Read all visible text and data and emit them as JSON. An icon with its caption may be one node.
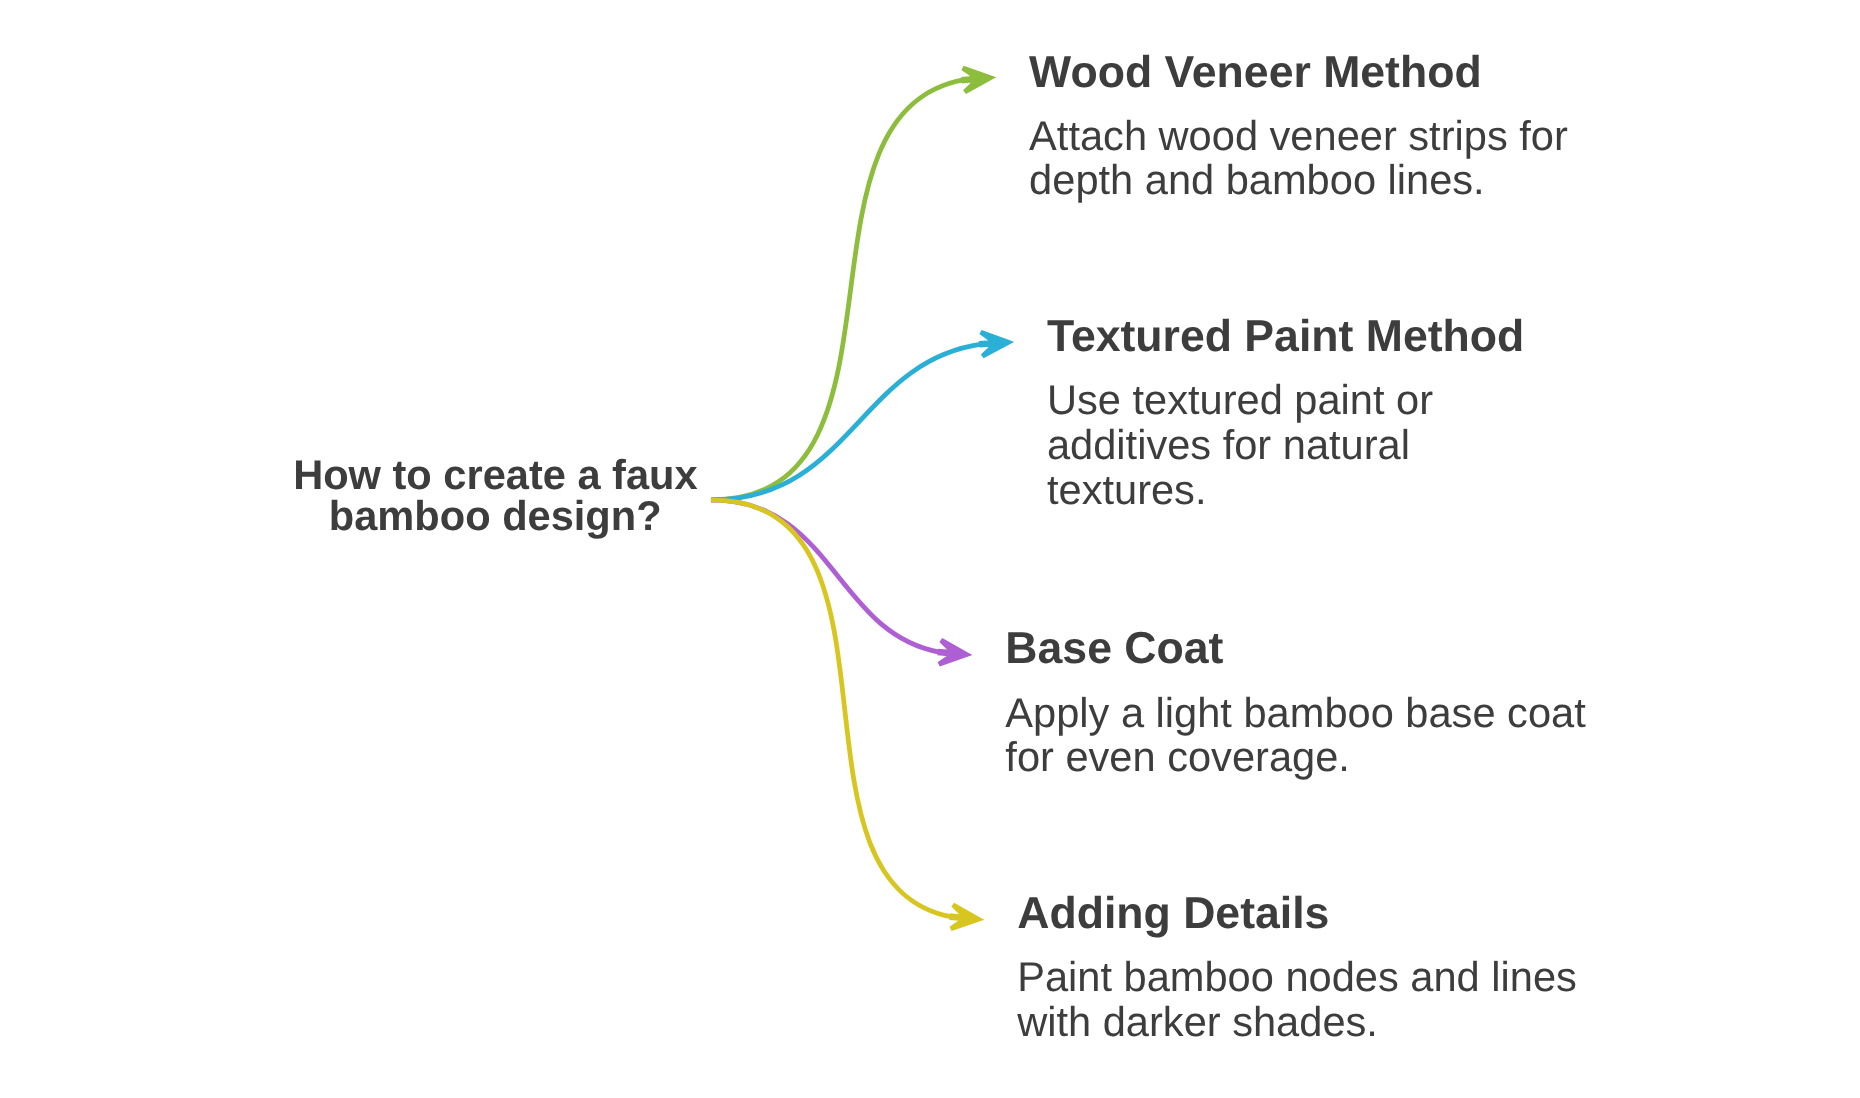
{
  "diagram": {
    "nodes": [
      {
        "text": [
          "How to create a faux bamboo design?"
        ]
      },
      {
        "text": [
          "Wood Veneer Method",
          "Attach wood veneer strips for depth and bamboo lines."
        ]
      },
      {
        "text": [
          "Textured Paint Method",
          "Use textured paint or additives for natural textures."
        ]
      },
      {
        "text": [
          "Base Coat",
          "Apply a light bamboo base coat for even coverage."
        ]
      },
      {
        "text": [
          "Adding Details",
          "Paint bamboo nodes and lines with darker shades."
        ]
      }
    ],
    "edges": [
      {
        "from": 0,
        "to": 1,
        "arrow": "to",
        "color": "#8dbd3c"
      },
      {
        "from": 0,
        "to": 2,
        "arrow": "to",
        "color": "#2aafd6"
      },
      {
        "from": 0,
        "to": 3,
        "arrow": "to",
        "color": "#ae5fd4"
      },
      {
        "from": 0,
        "to": 4,
        "arrow": "to",
        "color": "#d8c620"
      }
    ]
  }
}
